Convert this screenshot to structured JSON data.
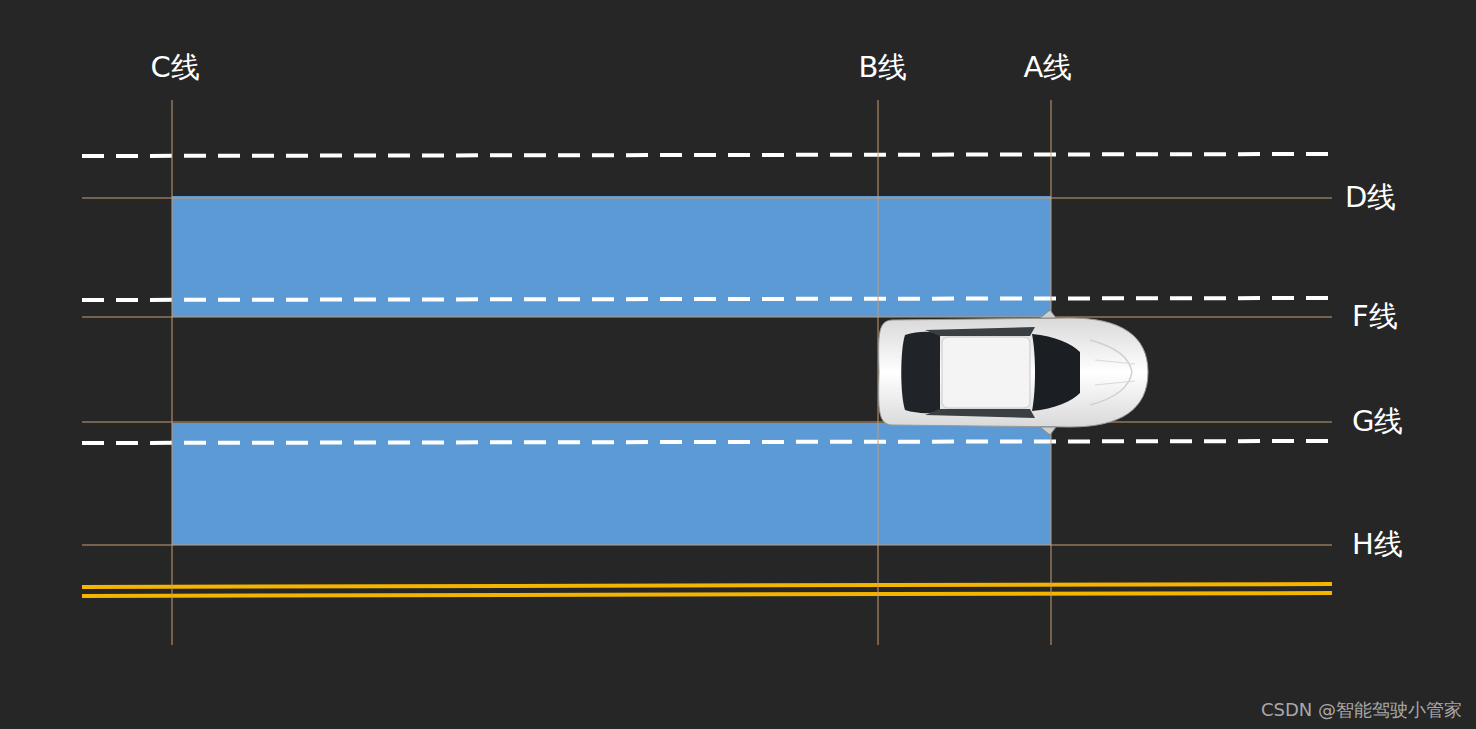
{
  "diagram": {
    "labels": [
      "C线",
      "B线",
      "A线",
      "D线",
      "F线",
      "G线",
      "H线",
      "CSDN @智能驾驶小管家"
    ]
  }
}
